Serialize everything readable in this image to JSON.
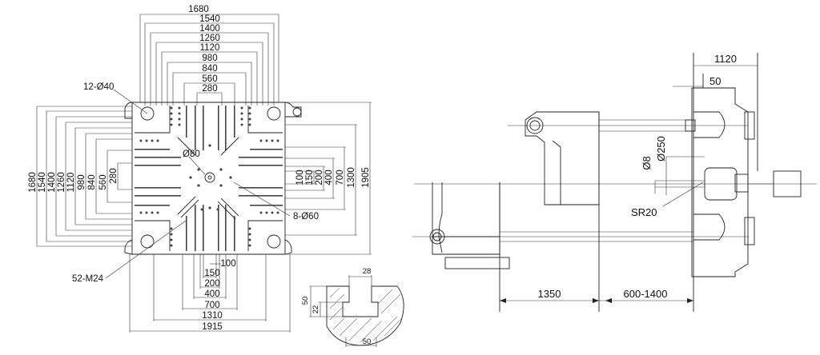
{
  "platen": {
    "horizontal_dims": [
      "1680",
      "1540",
      "1400",
      "1260",
      "1120",
      "980",
      "840",
      "560",
      "280"
    ],
    "vertical_dims": [
      "1680",
      "1540",
      "1400",
      "1260",
      "1120",
      "980",
      "840",
      "560",
      "280"
    ],
    "right_dims": [
      "100",
      "150",
      "200",
      "400",
      "700",
      "1300",
      "1905"
    ],
    "bottom_dims": [
      "100",
      "150",
      "200",
      "400",
      "700",
      "1310",
      "1915"
    ],
    "tie_bar_hole_label": "12-Ø40",
    "center_hole_label": "Ø80",
    "locating_holes_label": "8-Ø60",
    "thread_label": "52-M24"
  },
  "slot_detail": {
    "top_width": "28",
    "depth": "50",
    "neck": "22",
    "bottom_width": "50"
  },
  "side_view": {
    "top_dim": "1120",
    "offset_dim": "50",
    "nozzle_dia": "Ø250",
    "small_dia": "Ø8",
    "radius": "SR20",
    "bottom_left_dim": "1350",
    "bottom_right_dim": "600-1400"
  }
}
